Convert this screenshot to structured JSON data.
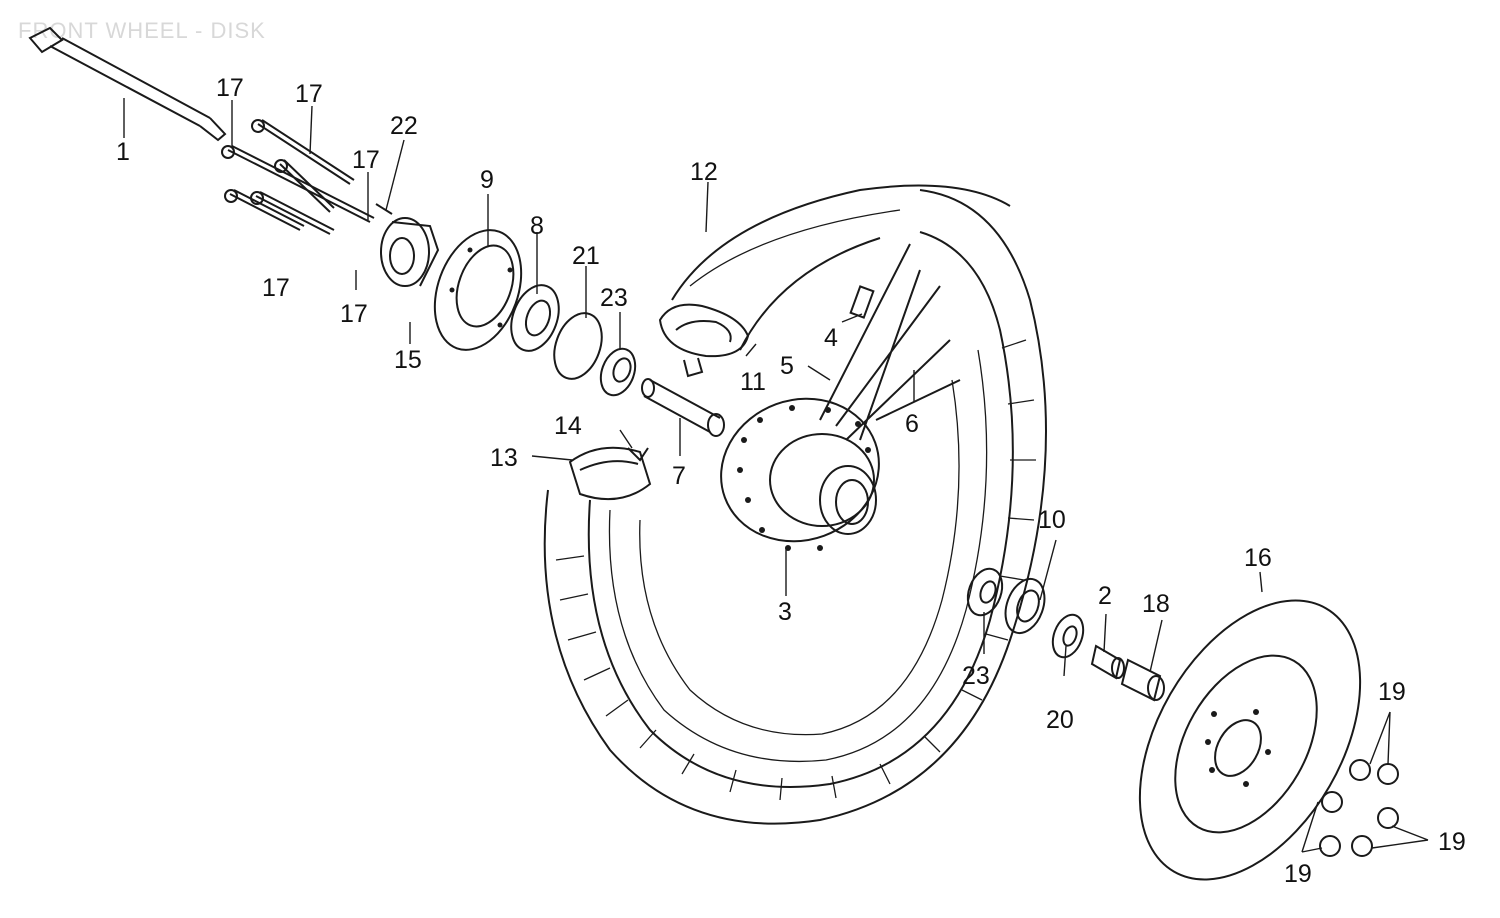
{
  "title": "FRONT WHEEL - DISK",
  "colors": {
    "ink": "#1a1a1a",
    "background": "#ffffff",
    "title": "#d8d8d8"
  },
  "labels": {
    "p1": "1",
    "p2": "2",
    "p3": "3",
    "p4": "4",
    "p5": "5",
    "p6": "6",
    "p7": "7",
    "p8": "8",
    "p9": "9",
    "p10": "10",
    "p11": "11",
    "p12": "12",
    "p13": "13",
    "p14": "14",
    "p15": "15",
    "p16": "16",
    "p17": "17",
    "p18": "18",
    "p19": "19",
    "p20": "20",
    "p21": "21",
    "p22": "22",
    "p23": "23"
  }
}
